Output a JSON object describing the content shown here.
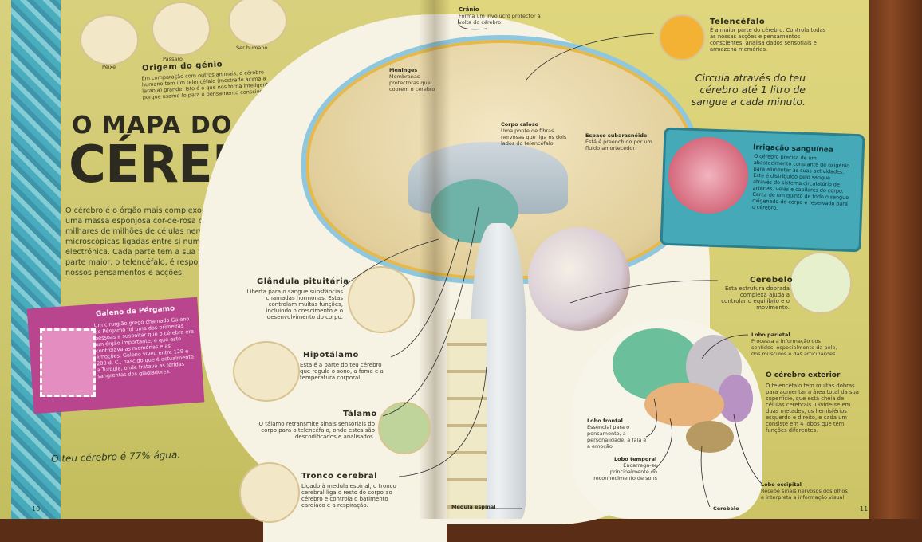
{
  "left_page": {
    "title_line1": "O MAPA DO",
    "title_line2": "CÉREBRO",
    "intro": "O cérebro é o órgão mais complexo do teu corpo – uma massa esponjosa cor-de-rosa constituída por milhares de milhões de células nervosas microscópicas ligadas entre si numa rede electrónica. Cada parte tem a sua função, mas a parte maior, o telencéfalo, é responsável pelos nossos pensamentos e acções.",
    "origin_labels": [
      "Peixe",
      "Pássaro",
      "Ser humano"
    ],
    "origin_title": "Origem do génio",
    "origin_text": "Em comparação com outros animais, o cérebro humano tem um telencéfalo (mostrado acima a laranja) grande. Isto é o que nos torna inteligentes, porque usamo-lo para o pensamento consciente.",
    "galeno_title": "Galeno de Pérgamo",
    "galeno_text": "Um cirurgião grego chamado Galeno de Pérgamo foi uma das primeiras pessoas a suspeitar que o cérebro era um órgão importante, e que este controlava as memórias e as emoções. Galeno viveu entre 129 e 200 d. C., nascido que é actualmente a Turquia, onde tratava as feridas sangrentas dos gladiadores.",
    "water_fact": "O teu cérebro é 77% água.",
    "page_number": "10"
  },
  "center_labels": {
    "cranio_title": "Crânio",
    "cranio_text": "Forma um invólucro protector à volta do cérebro",
    "meninges_title": "Meninges",
    "meninges_text": "Membranas protectoras que cobrem o cérebro",
    "corpo_caloso_title": "Corpo caloso",
    "corpo_caloso_text": "Uma ponte de fibras nervosas que liga os dois lados do telencéfalo",
    "espaco_title": "Espaço subaracnóide",
    "espaco_text": "Está é preenchido por um fluido amortecedor",
    "medula_label": "Medula espinal"
  },
  "structures": [
    {
      "title": "Glândula pituitária",
      "text": "Liberta para o sangue substâncias chamadas hormonas. Estas controlam muitas funções, incluindo o crescimento e o desenvolvimento do corpo."
    },
    {
      "title": "Hipotálamo",
      "text": "Esta é a parte do teu cérebro que regula o sono, a fome e a temperatura corporal."
    },
    {
      "title": "Tálamo",
      "text": "O tálamo retransmite sinais sensoriais do corpo para o telencéfalo, onde estes são descodificados e analisados."
    },
    {
      "title": "Tronco cerebral",
      "text": "Ligado à medula espinal, o tronco cerebral liga o resto do corpo ao cérebro e controla o batimento cardíaco e a respiração."
    }
  ],
  "right_page": {
    "telencefalo_title": "Telencéfalo",
    "telencefalo_text": "É a maior parte do cérebro. Controla todas as nossas acções e pensamentos conscientes, analisa dados sensoriais e armazena memórias.",
    "blood_fact": "Circula através do teu cérebro até 1 litro de sangue a cada minuto.",
    "irrigacao_title": "Irrigação sanguínea",
    "irrigacao_text": "O cérebro precisa de um abastecimento constante de oxigénio para alimentar as suas actividades. Este é distribuído pelo sangue através do sistema circulatório de artérias, veias e capilares do corpo. Cerca de um quinto de todo o sangue oxigenado do corpo é reservado para o cérebro.",
    "cerebelo_title": "Cerebelo",
    "cerebelo_text": "Esta estrutura dobrada complexa ajuda a controlar o equilíbrio e o movimento.",
    "exterior_title": "O cérebro exterior",
    "exterior_text": "O telencéfalo tem muitas dobras para aumentar a área total da sua superfície, que está cheia de células cerebrais. Divide-se em duas metades, os hemisférios esquerdo e direito, e cada um consiste em 4 lobos que têm funções diferentes.",
    "lobo_parietal_title": "Lobo parietal",
    "lobo_parietal_text": "Processa a informação dos sentidos, especialmente da pele, dos músculos e das articulações",
    "lobo_frontal_title": "Lobo frontal",
    "lobo_frontal_text": "Essencial para o pensamento, a personalidade, a fala e a emoção",
    "lobo_temporal_title": "Lobo temporal",
    "lobo_temporal_text": "Encarrega-se principalmente do reconhecimento de sons",
    "lobo_occipital_title": "Lobo occipital",
    "lobo_occipital_text": "Recebe sinais nervosos dos olhos e interpreta a informação visual",
    "cerebelo_small": "Cerebelo",
    "page_number": "11"
  },
  "colors": {
    "page_left": "#cfc76e",
    "page_right": "#d6ce73",
    "teal_box": "#45a9b8",
    "galeno_box": "#b9458f",
    "lobe_frontal": "#6bbf9a",
    "lobe_temporal": "#e7b37a",
    "lobe_occipital": "#b792c2",
    "lobe_parietal": "#c7c3c9"
  }
}
